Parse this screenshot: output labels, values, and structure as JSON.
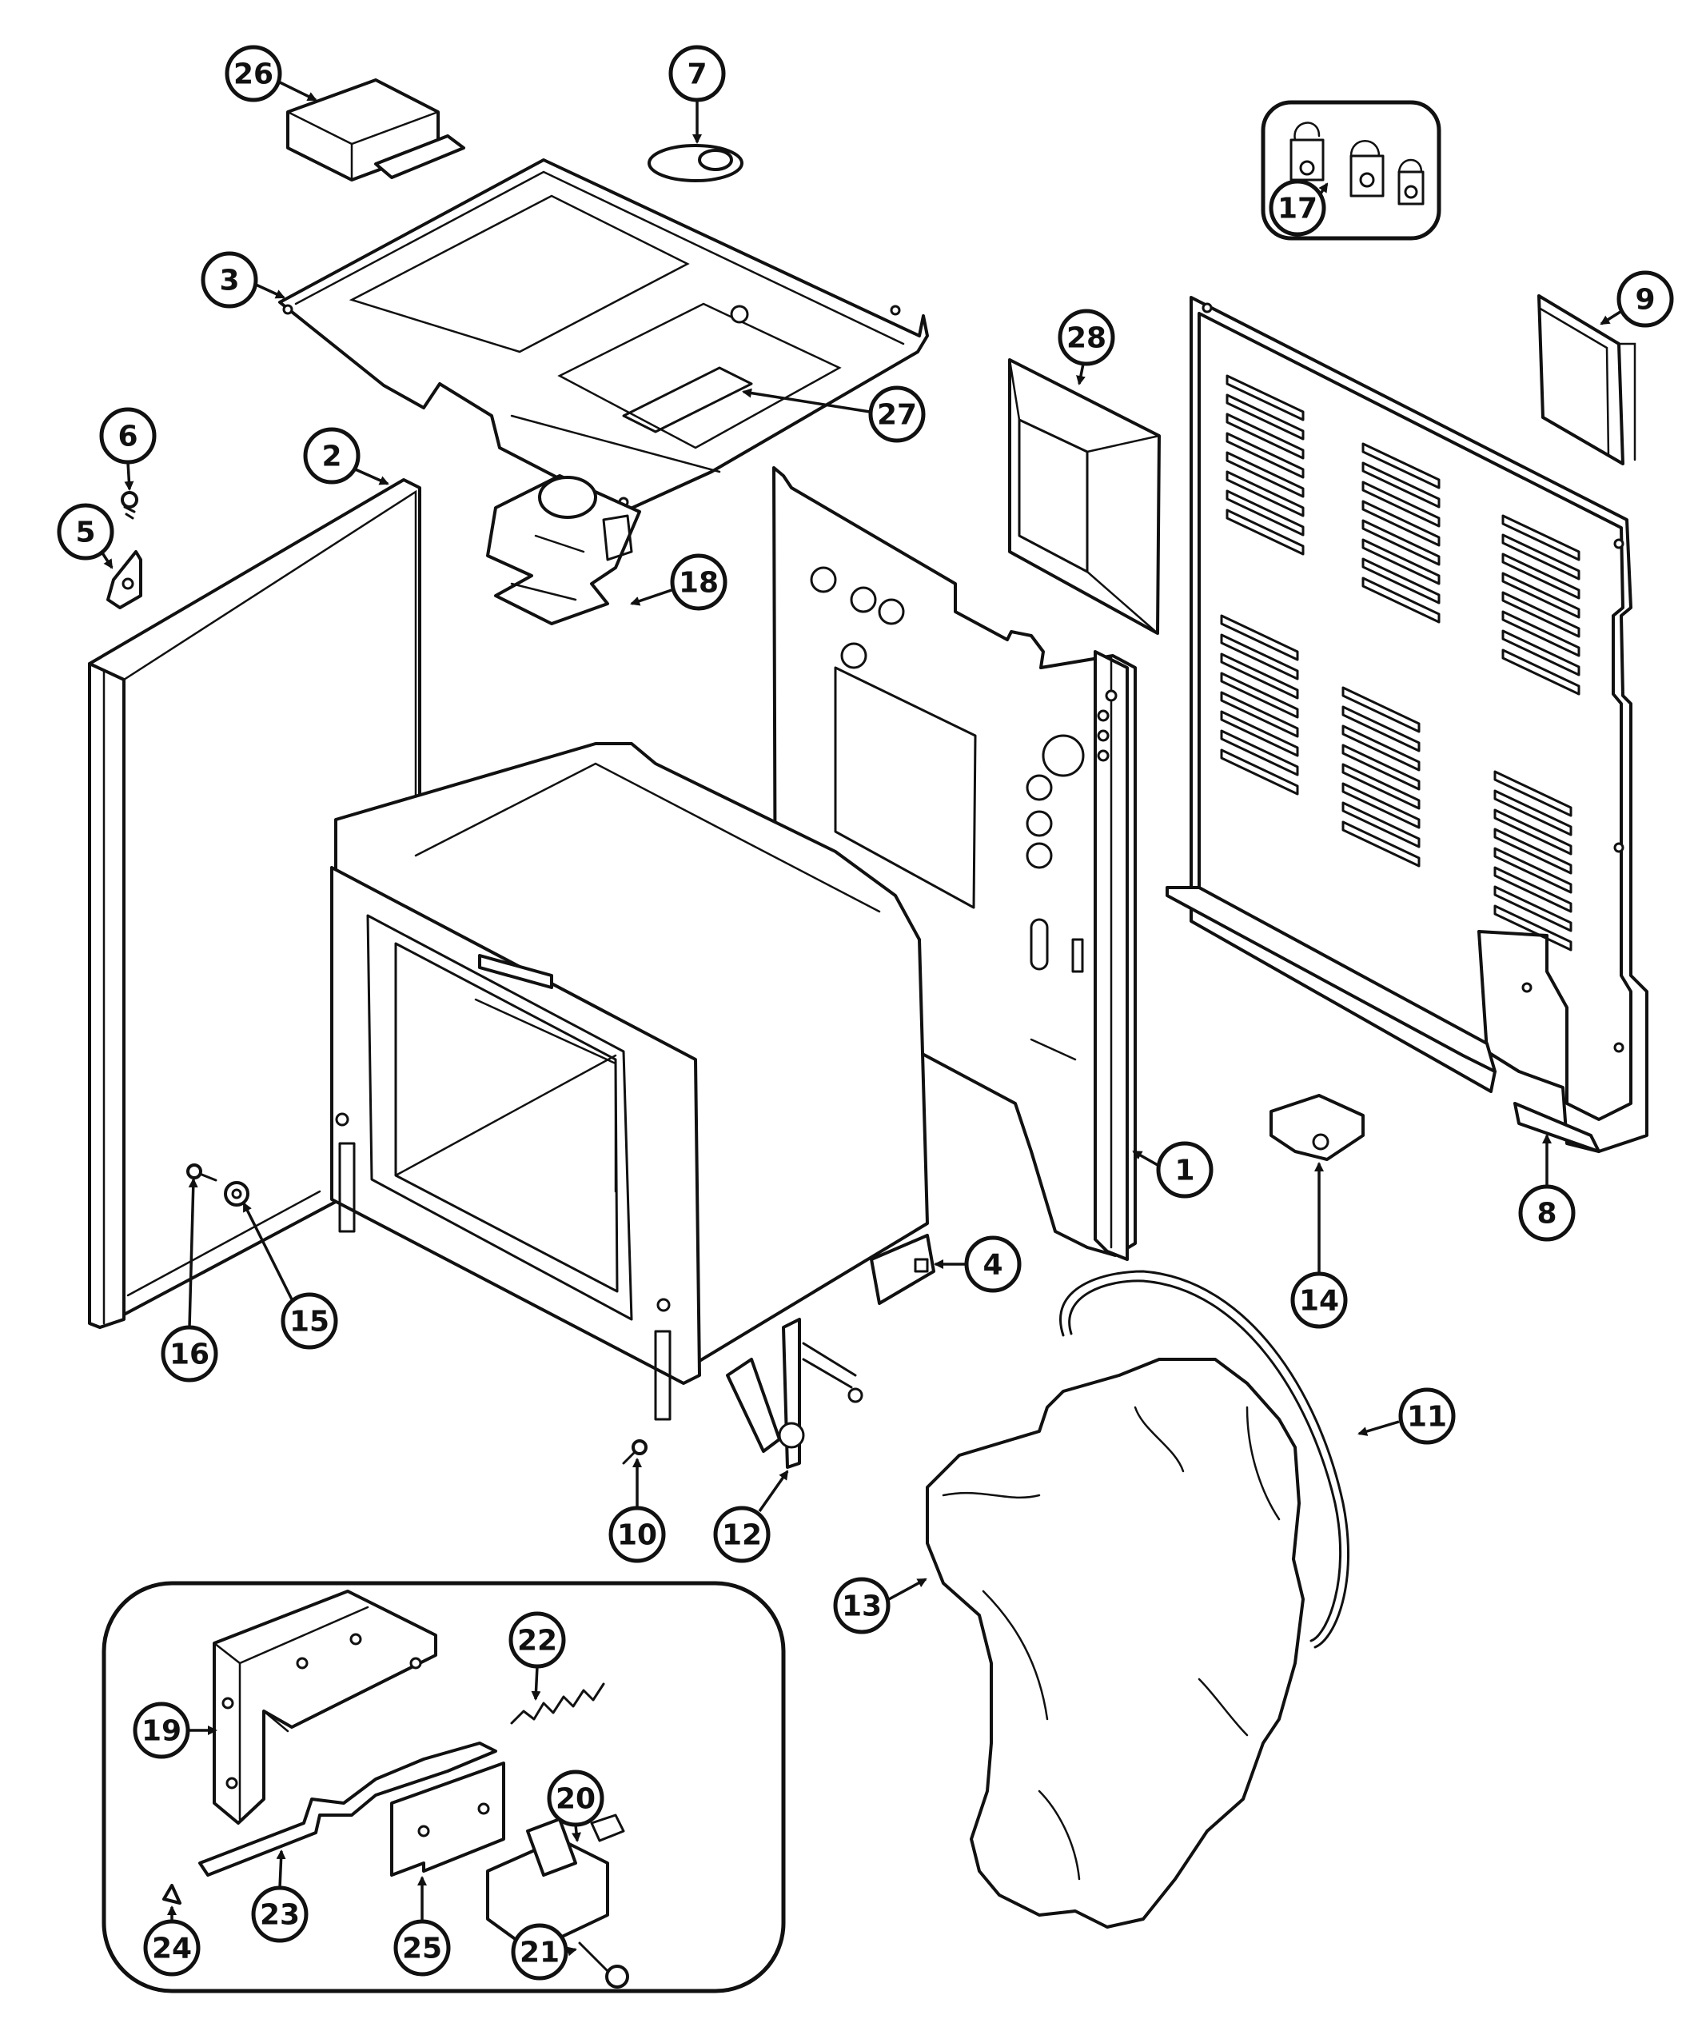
{
  "diagram": {
    "callouts": [
      {
        "label": "1"
      },
      {
        "label": "2"
      },
      {
        "label": "3"
      },
      {
        "label": "4"
      },
      {
        "label": "5"
      },
      {
        "label": "6"
      },
      {
        "label": "7"
      },
      {
        "label": "8"
      },
      {
        "label": "9"
      },
      {
        "label": "10"
      },
      {
        "label": "11"
      },
      {
        "label": "12"
      },
      {
        "label": "13"
      },
      {
        "label": "14"
      },
      {
        "label": "15"
      },
      {
        "label": "16"
      },
      {
        "label": "17"
      },
      {
        "label": "18"
      },
      {
        "label": "19"
      },
      {
        "label": "20"
      },
      {
        "label": "21"
      },
      {
        "label": "22"
      },
      {
        "label": "23"
      },
      {
        "label": "24"
      },
      {
        "label": "25"
      },
      {
        "label": "26"
      },
      {
        "label": "27"
      },
      {
        "label": "28"
      }
    ]
  }
}
